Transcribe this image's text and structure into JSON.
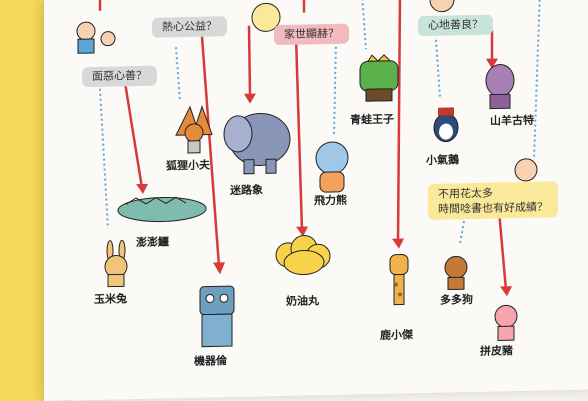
{
  "bubbles": {
    "kind_evil": "面惡心善？",
    "public_welfare": "熱心公益？",
    "family": "家世顯赫？",
    "kind_heart": "心地善良？",
    "study": "不用花太多\n時間唸書也有好成績？"
  },
  "characters": {
    "fox": "狐狸小夫",
    "elephant": "迷路象",
    "frog": "青蛙王子",
    "goat": "山羊古特",
    "penguin": "小氣鵝",
    "bear": "飛力熊",
    "crocodile": "澎澎鱷",
    "rabbit": "玉米兔",
    "cloud": "奶油丸",
    "giraffe": "鹿小傑",
    "dog": "多多狗",
    "pig": "拼皮豬",
    "robot": "機器倫"
  },
  "colors": {
    "board": "#fbfaf7",
    "wall": "#f3d95a",
    "red_arrow": "#d63a3a",
    "blue_arrow": "#5aa6d9"
  }
}
